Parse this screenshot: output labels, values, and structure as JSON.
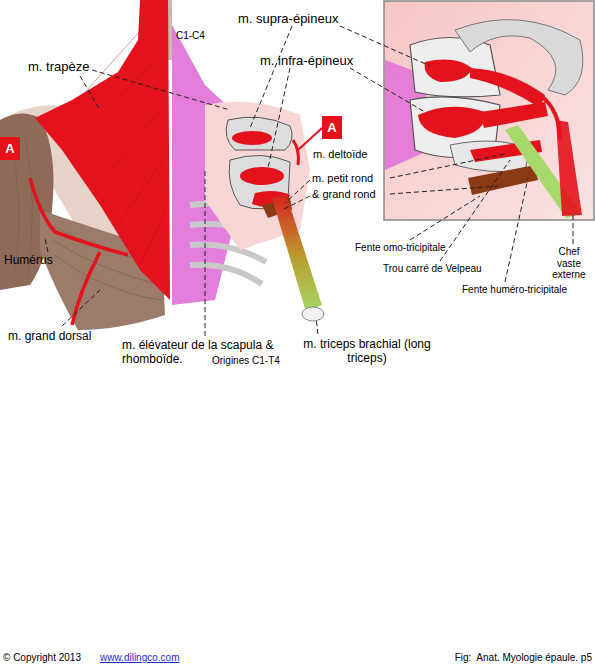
{
  "diagram": {
    "nodes": [
      {
        "text": [
          "A"
        ]
      },
      {
        "text": [
          "A"
        ]
      }
    ],
    "labels": [
      "C1-C4",
      "m. supra-épineux",
      "m. infra-épineux",
      "m. trapèze",
      "m. deltoïde",
      "m. petit rond",
      "& grand rond",
      "Humérus",
      "m. grand dorsal",
      "m. élévateur de la scapula & rhomboïde.",
      "Origines C1-T4",
      "m. triceps brachial (long triceps)",
      "Fente omo-tricipitale",
      "Trou carré de Velpeau",
      "Fente huméro-tricipitale",
      "Chef vaste externe",
      "© Copyright 2013",
      "www.dilingco.com",
      "Fig:  Anat. Myologie épaule. p5"
    ]
  }
}
